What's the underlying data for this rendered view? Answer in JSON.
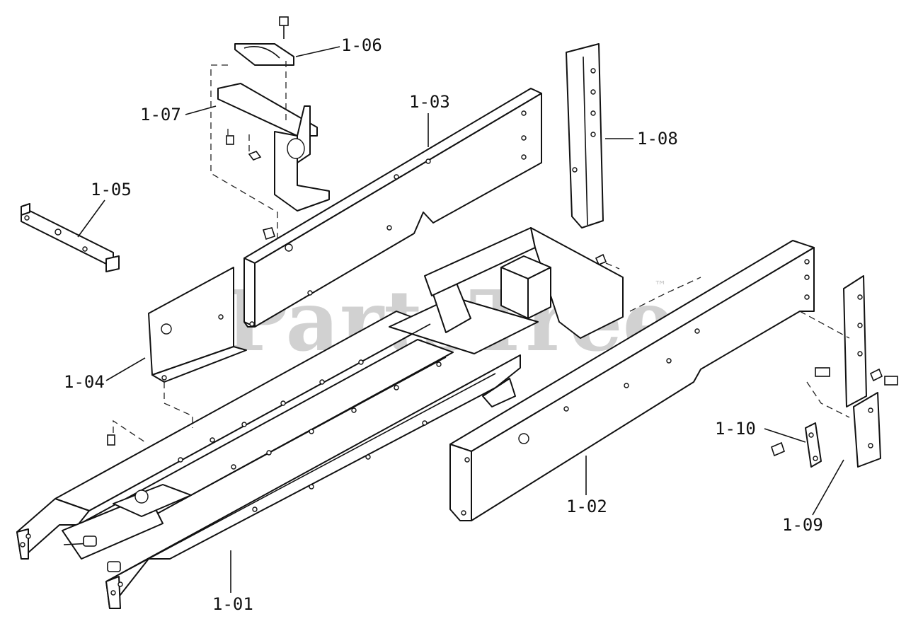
{
  "watermark": {
    "text": "PartsTree",
    "trademark": "™"
  },
  "callouts": {
    "c101": "1-01",
    "c102": "1-02",
    "c103": "1-03",
    "c104": "1-04",
    "c105": "1-05",
    "c106": "1-06",
    "c107": "1-07",
    "c108": "1-08",
    "c109": "1-09",
    "c110": "1-10"
  }
}
